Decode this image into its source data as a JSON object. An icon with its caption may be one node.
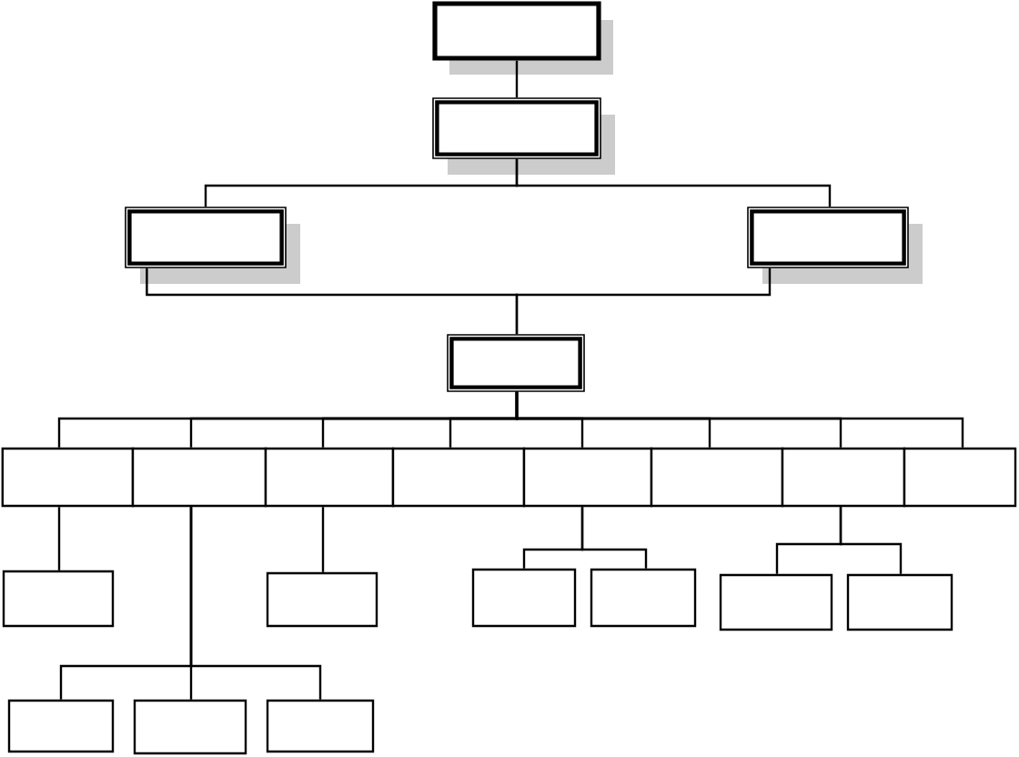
{
  "diagram": {
    "nodes": [
      {
        "text": [],
        "shape": "box"
      },
      {
        "text": [],
        "shape": "box"
      },
      {
        "text": [],
        "shape": "box"
      },
      {
        "text": [],
        "shape": "box"
      },
      {
        "text": [],
        "shape": "box"
      },
      {
        "text": [],
        "shape": "box"
      },
      {
        "text": [],
        "shape": "box"
      },
      {
        "text": [],
        "shape": "box"
      },
      {
        "text": [],
        "shape": "box"
      },
      {
        "text": [],
        "shape": "box"
      },
      {
        "text": [],
        "shape": "box"
      },
      {
        "text": [],
        "shape": "box"
      },
      {
        "text": [],
        "shape": "box"
      },
      {
        "text": [],
        "shape": "box"
      },
      {
        "text": [],
        "shape": "box"
      },
      {
        "text": [],
        "shape": "box"
      },
      {
        "text": [],
        "shape": "box"
      },
      {
        "text": [],
        "shape": "box"
      },
      {
        "text": [],
        "shape": "box"
      },
      {
        "text": [],
        "shape": "box"
      },
      {
        "text": [],
        "shape": "box"
      },
      {
        "text": [],
        "shape": "box"
      }
    ],
    "edges": [
      {
        "from": 0,
        "to": 1,
        "arrow": "none"
      },
      {
        "from": 1,
        "to": 2,
        "arrow": "none"
      },
      {
        "from": 1,
        "to": 3,
        "arrow": "none"
      },
      {
        "from": 2,
        "to": 4,
        "arrow": "none"
      },
      {
        "from": 3,
        "to": 4,
        "arrow": "none"
      },
      {
        "from": 4,
        "to": 5,
        "arrow": "none"
      },
      {
        "from": 4,
        "to": 6,
        "arrow": "none"
      },
      {
        "from": 4,
        "to": 7,
        "arrow": "none"
      },
      {
        "from": 4,
        "to": 8,
        "arrow": "none"
      },
      {
        "from": 4,
        "to": 9,
        "arrow": "none"
      },
      {
        "from": 4,
        "to": 10,
        "arrow": "none"
      },
      {
        "from": 4,
        "to": 11,
        "arrow": "none"
      },
      {
        "from": 4,
        "to": 12,
        "arrow": "none"
      },
      {
        "from": 5,
        "to": 13,
        "arrow": "none"
      },
      {
        "from": 7,
        "to": 14,
        "arrow": "none"
      },
      {
        "from": 9,
        "to": 15,
        "arrow": "none"
      },
      {
        "from": 9,
        "to": 16,
        "arrow": "none"
      },
      {
        "from": 11,
        "to": 17,
        "arrow": "none"
      },
      {
        "from": 11,
        "to": 18,
        "arrow": "none"
      },
      {
        "from": 6,
        "to": 19,
        "arrow": "none"
      },
      {
        "from": 6,
        "to": 20,
        "arrow": "none"
      },
      {
        "from": 6,
        "to": 21,
        "arrow": "none"
      }
    ]
  }
}
